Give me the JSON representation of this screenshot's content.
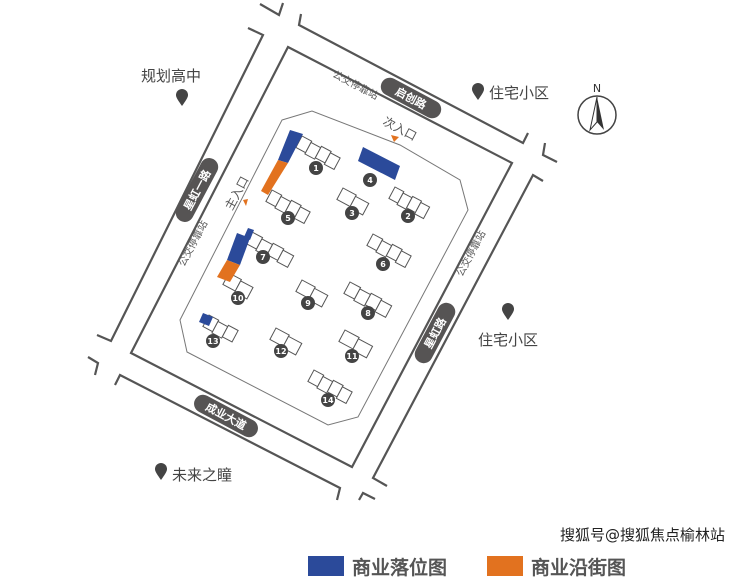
{
  "places": {
    "school": "规划高中",
    "residential_ne": "住宅小区",
    "residential_e": "住宅小区",
    "future_eye": "未来之瞳"
  },
  "roads": {
    "north": "启创路",
    "west": "星虹一路",
    "east": "星虹路",
    "south": "成业大道"
  },
  "bus_stops": [
    "公交停靠站",
    "公交停靠站",
    "公交停靠站"
  ],
  "entrances": {
    "main": "主入口",
    "secondary": "次入口"
  },
  "compass": "N",
  "buildings": [
    "1",
    "2",
    "3",
    "4",
    "5",
    "6",
    "7",
    "8",
    "9",
    "10",
    "11",
    "12",
    "13",
    "14"
  ],
  "legend": [
    {
      "label": "商业落位图",
      "color": "#2b4a9a"
    },
    {
      "label": "商业沿街图",
      "color": "#e2721f"
    }
  ],
  "watermark": "搜狐号@搜狐焦点榆林站"
}
